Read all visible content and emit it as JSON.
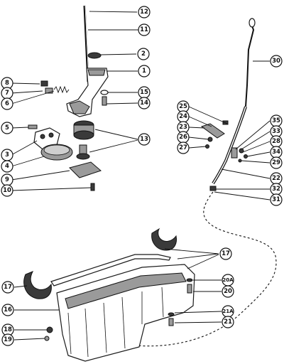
{
  "callouts": {
    "c1": "1",
    "c2": "2",
    "c3": "3",
    "c4": "4",
    "c5": "5",
    "c6": "6",
    "c7": "7",
    "c8": "8",
    "c9": "9",
    "c10": "10",
    "c11": "11",
    "c12": "12",
    "c13": "13",
    "c14": "14",
    "c15": "15",
    "c16": "16",
    "c17a": "17",
    "c17b": "17",
    "c18": "18",
    "c19": "19",
    "c20": "20",
    "c20a": "20A",
    "c21": "21",
    "c21a": "21A",
    "c22": "22",
    "c23": "23",
    "c24": "24",
    "c25": "25",
    "c26": "26",
    "c27": "27",
    "c28": "28",
    "c29": "29",
    "c30": "30",
    "c31": "31",
    "c32": "32",
    "c33": "33",
    "c34": "34",
    "c35": "35"
  }
}
